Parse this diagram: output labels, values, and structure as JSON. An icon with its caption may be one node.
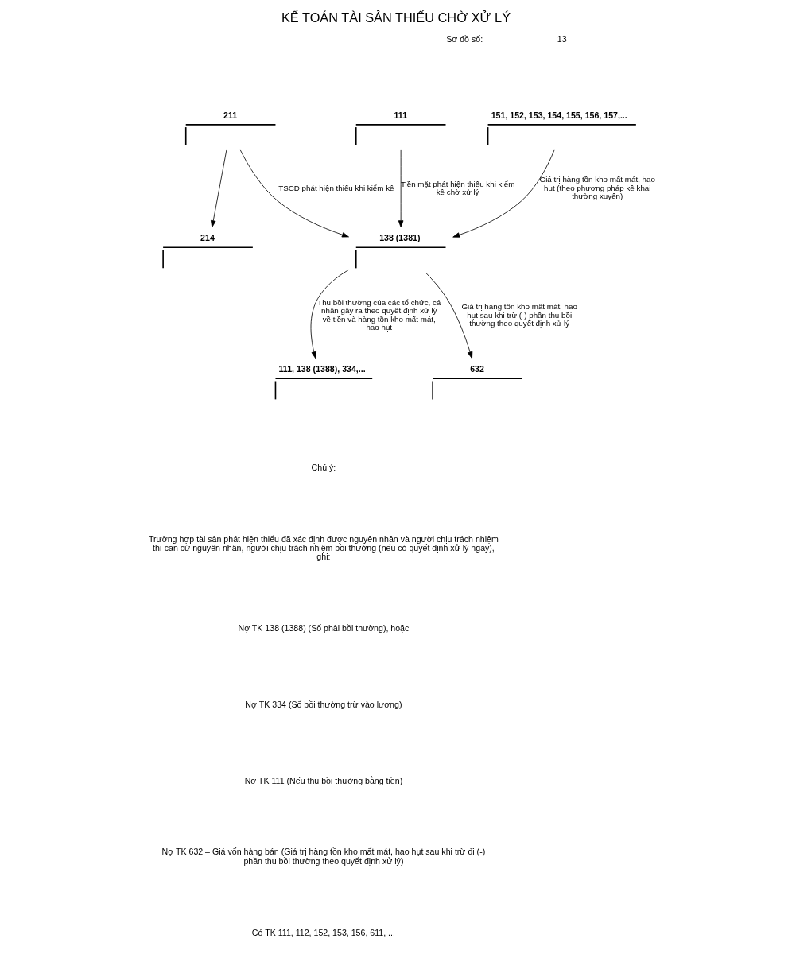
{
  "diagram": {
    "title": "KẾ TOÁN TÀI SẢN THIẾU CHỜ XỬ LÝ",
    "nodes": [
      {
        "text": [
          "151, 152, 153, 154, 155, 156, 157,..."
        ]
      },
      {
        "text": [
          "138 (1381)"
        ]
      },
      {
        "text": [
          "111, 138 (1388), 334,..."
        ]
      },
      {
        "text": [
          "211"
        ]
      },
      {
        "text": [
          "214"
        ]
      },
      {
        "text": [
          "111"
        ]
      },
      {
        "text": [
          "632"
        ]
      }
    ],
    "edges": [
      {
        "from": 0,
        "to": 1,
        "arrow": "to",
        "label": "Giá trị hàng tồn kho mất mát, hao hụt (theo phương pháp kê khai thường xuyên)"
      },
      {
        "from": 1,
        "to": 2,
        "arrow": "to",
        "label": "Thu bồi thường của các tổ chức, cá nhân gây ra theo quyết định xử lý về tiền và hàng tồn kho mất mát, hao hụt"
      },
      {
        "from": 3,
        "to": 1,
        "arrow": "to",
        "label": "TSCĐ phát hiện thiếu khi kiểm kê"
      },
      {
        "from": 1,
        "to": 6,
        "arrow": "to",
        "label": "Giá trị hàng tồn kho mất mát, hao hụt sau khi trừ (-) phần thu bồi thường theo quyết định xử lý"
      },
      {
        "from": 3,
        "to": 4,
        "arrow": "to"
      },
      {
        "from": 5,
        "to": 1,
        "arrow": "to",
        "label": "Tiền mặt phát hiện thiếu khi kiểm kê chờ xử lý"
      }
    ],
    "labels": [
      "Sơ đồ số:",
      "13",
      "Chú ý:",
      "Trường hợp tài sản phát hiện thiếu đã xác định được nguyên nhân và người chịu trách nhiệm thì căn cứ nguyên nhân, người chịu trách nhiệm bồi thường (nếu có quyết định xử lý ngay), ghi:",
      "Nợ TK 138 (1388) (Số phải bồi thường), hoặc",
      "Nợ TK 334 (Số bồi thường trừ vào lương)",
      "Nợ TK 111 (Nếu thu bồi thường bằng tiền)",
      "Nợ TK 632 – Giá vốn hàng bán (Giá trị hàng tồn kho mất mát, hao hụt sau khi trừ đi (-) phần thu bồi thường theo quyết định xử lý)",
      "Có TK 111, 112, 152, 153, 156, 611, ..."
    ]
  }
}
